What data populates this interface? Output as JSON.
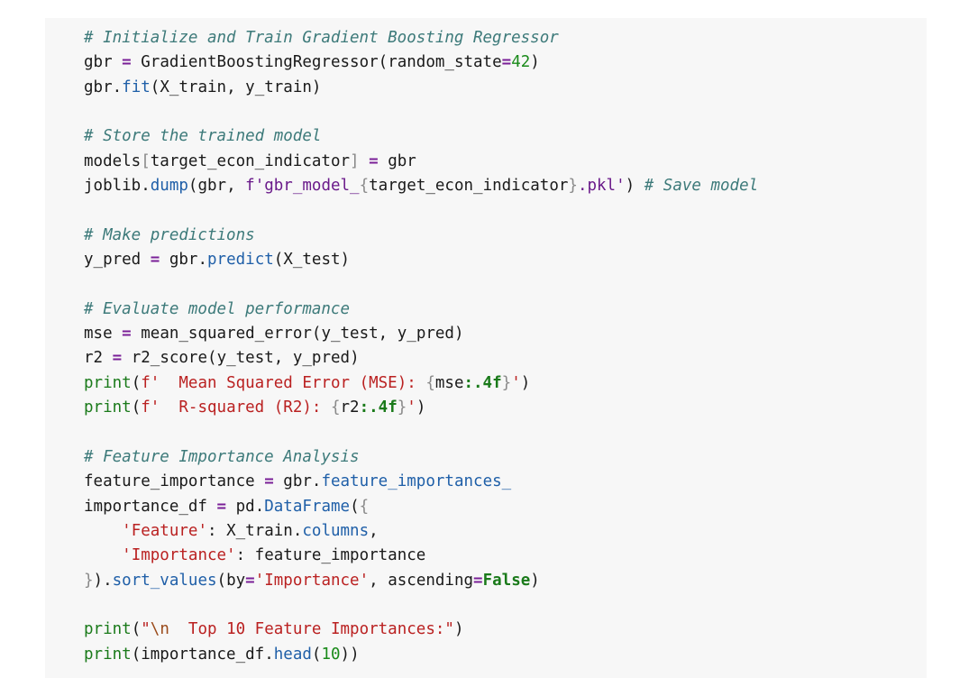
{
  "code": {
    "comment_init": "# Initialize and Train Gradient Boosting Regressor",
    "comment_store": "# Store the trained model",
    "comment_predict": "# Make predictions",
    "comment_eval": "# Evaluate model performance",
    "comment_feat": "# Feature Importance Analysis",
    "comment_save": "# Save model",
    "var_gbr": "gbr",
    "var_models": "models",
    "var_target": "target_econ_indicator",
    "var_joblib": "joblib",
    "var_y_pred": "y_pred",
    "var_mse": "mse",
    "var_r2": "r2",
    "var_feature_importance": "feature_importance",
    "var_importance_df": "importance_df",
    "var_pd": "pd",
    "var_X_train": "X_train",
    "var_y_train": "y_train",
    "var_X_test": "X_test",
    "var_y_test": "y_test",
    "cls_gbr": "GradientBoostingRegressor",
    "kw_random_state": "random_state",
    "num_42": "42",
    "num_10": "10",
    "m_fit": "fit",
    "m_dump": "dump",
    "m_predict": "predict",
    "m_feature_importances": "feature_importances_",
    "m_DataFrame": "DataFrame",
    "m_columns": "columns",
    "m_sort_values": "sort_values",
    "m_head": "head",
    "fn_mse": "mean_squared_error",
    "fn_r2": "r2_score",
    "fn_print": "print",
    "kw_by": "by",
    "kw_ascending": "ascending",
    "const_false": "False",
    "str_fprefix": "f'",
    "str_pkl_a": "gbr_model_",
    "str_pkl_b": ".pkl",
    "str_mse_label": "  Mean Squared Error (MSE): ",
    "str_r2_label": "  R-squared (R2): ",
    "fmt_4f": ":.4f",
    "str_feature": "'Feature'",
    "str_importance": "'Importance'",
    "str_top10_a": "\"",
    "str_top10_esc": "\\n",
    "str_top10_b": "  Top 10 Feature Importances:\""
  }
}
